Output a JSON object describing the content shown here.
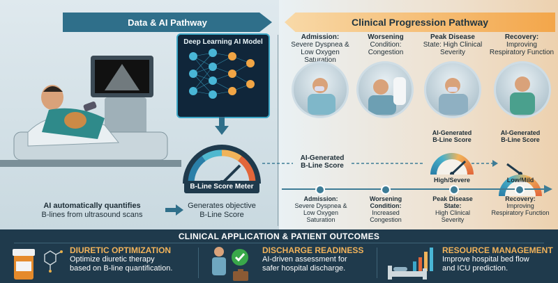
{
  "left_banner": "Data & AI Pathway",
  "right_banner": "Clinical Progression Pathway",
  "ai_model_label": "Deep Learning AI Model",
  "meter_label": "B-Line Score Meter",
  "left_caption_bold": "AI automatically quantifies",
  "left_caption_rest": "B-lines from ultrasound scans",
  "center_caption_line1": "Generates objective",
  "center_caption_line2": "B-Line Score",
  "ai_score_label_line1": "AI-Generated",
  "ai_score_label_line2": "B-Line Score",
  "stages_top": [
    {
      "title_bold": "Admission:",
      "title_rest": "Severe Dyspnea & Low Oxygen Saturation"
    },
    {
      "title_bold": "Worsening",
      "title_rest": "Condition: Congestion"
    },
    {
      "title_bold": "Peak Disease",
      "title_rest": "State: High Clinical Severity"
    },
    {
      "title_bold": "Recovery:",
      "title_rest": "Improving Respiratory Function"
    }
  ],
  "stage_meters": [
    {
      "label_line1": "AI-Generated",
      "label_line2": "B-Line Score",
      "reading": "High/Severe",
      "level": 0.85
    },
    {
      "label_line1": "AI-Generated",
      "label_line2": "B-Line Score",
      "reading": "Low/Mild",
      "level": 0.25
    }
  ],
  "timeline": [
    {
      "line1": "Admission:",
      "line2": "Severe Dyspnea &",
      "line3": "Low Oxygen",
      "line4": "Saturation"
    },
    {
      "line1": "Worsening",
      "line2": "Condition:",
      "line3": "Increased",
      "line4": "Congestion"
    },
    {
      "line1": "Peak Disease",
      "line2": "State:",
      "line3": "High Clinical",
      "line4": "Severity"
    },
    {
      "line1": "Recovery:",
      "line2": "Improving",
      "line3": "Respiratory Function",
      "line4": ""
    }
  ],
  "footer_title": "CLINICAL APPLICATION & PATIENT OUTCOMES",
  "outcomes": [
    {
      "title": "DIURETIC OPTIMIZATION",
      "line1": "Optimize diuretic therapy",
      "line2": "based on B-line quantification."
    },
    {
      "title": "DISCHARGE READINESS",
      "line1": "AI-driven assessment for",
      "line2": "safer hospital discharge."
    },
    {
      "title": "RESOURCE MANAGEMENT",
      "line1": "Improve hospital bed flow",
      "line2": "and ICU prediction."
    }
  ],
  "colors": {
    "accent_orange": "#f2b35a",
    "teal": "#2f6f8a",
    "footer_bg": "#1f3a4c"
  }
}
